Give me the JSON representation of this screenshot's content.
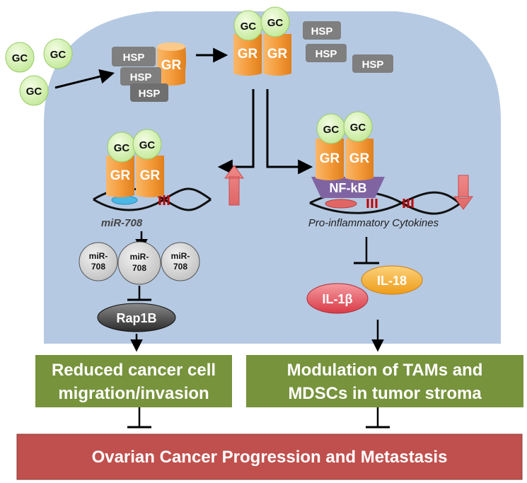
{
  "labels": {
    "gc": "GC",
    "gr": "GR",
    "hsp": "HSP",
    "mir_label": "miR-708",
    "mir_circle_line1": "miR-",
    "mir_circle_line2": "708",
    "rap1b": "Rap1B",
    "nfkb": "NF-kB",
    "cytokines": "Pro-inflammatory Cytokines",
    "il18": "IL-18",
    "il1b": "IL-1β"
  },
  "boxes": {
    "left_line1": "Reduced cancer cell",
    "left_line2": "migration/invasion",
    "right_line1": "Modulation of TAMs and",
    "right_line2": "MDSCs in tumor stroma",
    "bottom": "Ovarian Cancer Progression and Metastasis"
  },
  "colors": {
    "cell": "#b5c9e2",
    "gc_fill": "#d6f2b0",
    "gr_fill": "#f59c3c",
    "hsp_fill": "#7f7f7f",
    "green_box": "#77933c",
    "red_box": "#c0504d",
    "nfkb": "#8064a2",
    "arrow_up": "#e06666",
    "il18": "#f5a623",
    "il1b": "#e0454f"
  }
}
